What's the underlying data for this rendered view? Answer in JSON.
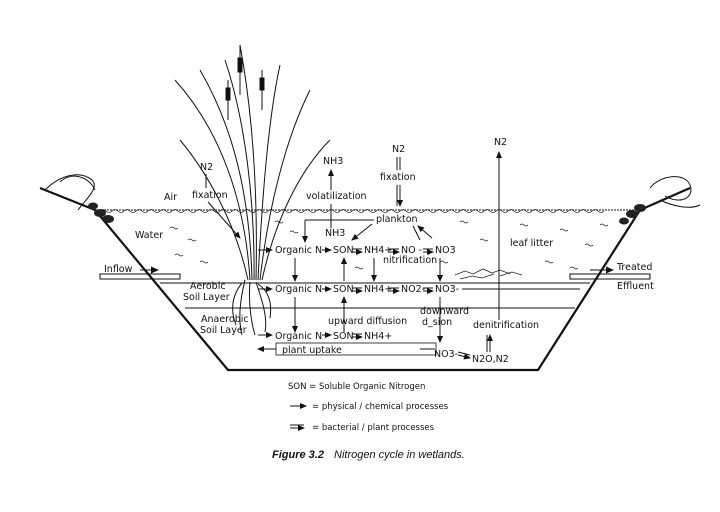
{
  "labels": {
    "air": "Air",
    "water": "Water",
    "inflow": "Inflow",
    "treated": "Treated",
    "effluent": "Effluent",
    "aerobic_1": "Aerobic",
    "aerobic_2": "Soil Layer",
    "anaerobic_1": "Anaerobic",
    "anaerobic_2": "Soil Layer",
    "n2_left": "N2",
    "fixation_left": "fixation",
    "nh3_top": "NH3",
    "volatilization": "volatilization",
    "n2_mid": "N2",
    "fixation_mid": "fixation",
    "n2_right": "N2",
    "plankton": "plankton",
    "nh3_water": "NH3",
    "leaf_litter": "leaf litter",
    "nitrification": "nitrification",
    "water_organic": "Organic N",
    "water_son": "SON",
    "water_nh4": "NH4+",
    "water_no": "NO -",
    "water_no3": "NO3",
    "aer_organic": "Organic N",
    "aer_son": "SON",
    "aer_nh4": "NH4+",
    "aer_no2": "NO2-",
    "aer_no3": "NO3-",
    "upward_diffusion": "upward diffusion",
    "downward_1": "downward",
    "downward_2": "d_sion",
    "denitrification": "denitrification",
    "ana_organic": "Organic N",
    "ana_son": "SON",
    "ana_nh4": "NH4+",
    "plant_uptake": "plant uptake",
    "ana_no3": "NO3-",
    "n2o_n2": "N2O,N2"
  },
  "legend": {
    "son_def": "SON = Soluble Organic Nitrogen",
    "physical": "= physical / chemical processes",
    "bacterial": "= bacterial / plant processes"
  },
  "caption": {
    "figure": "Figure 3.2",
    "text": "Nitrogen cycle in wetlands."
  }
}
